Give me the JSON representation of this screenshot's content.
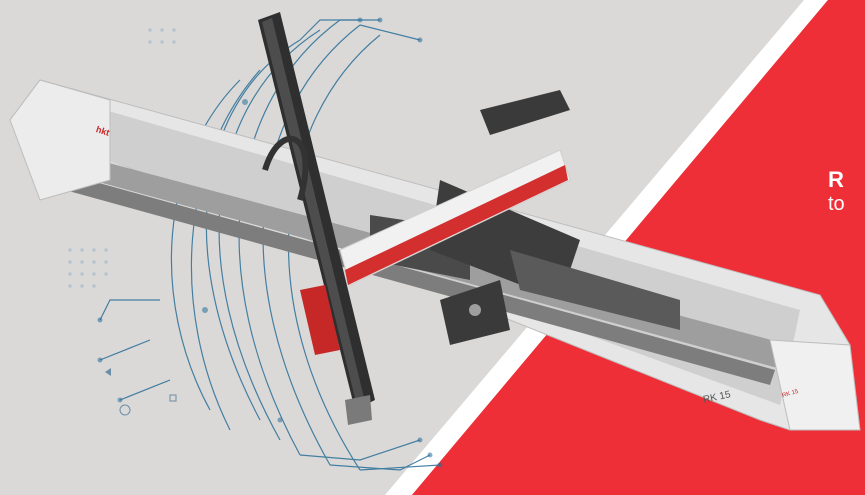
{
  "hero": {
    "tagline_line1": "R",
    "tagline_line2": "to",
    "colors": {
      "accent_red": "#ee2f37",
      "background_gray": "#d9d8d6",
      "circuit_blue": "#2a6f98",
      "divider_white": "#ffffff"
    }
  },
  "product": {
    "model_label": "RK 15",
    "side_badge": "RK 15",
    "brand": "hkt"
  },
  "icons": {
    "circuit": "circuit-lines-graphic",
    "robot": "gantry-robot-image"
  }
}
